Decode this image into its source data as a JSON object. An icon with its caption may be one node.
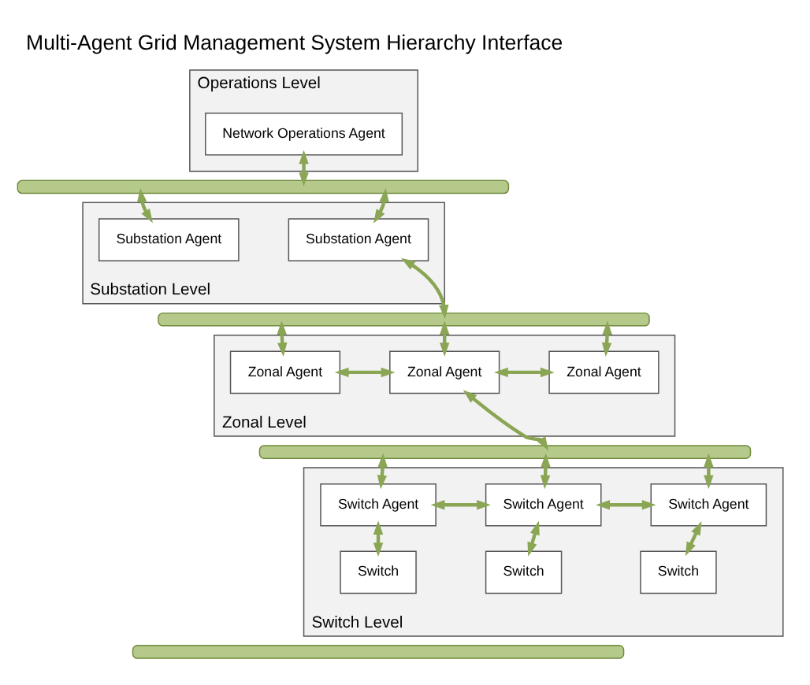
{
  "diagram": {
    "title": "Multi-Agent Grid Management System Hierarchy Interface",
    "nodes": [
      {
        "text": [
          "Operations Level"
        ]
      },
      {
        "text": [
          "Network Operations Agent"
        ],
        "in": 0
      },
      {
        "text": [
          "Substation Level"
        ]
      },
      {
        "text": [
          "Substation Agent"
        ],
        "in": 2
      },
      {
        "text": [
          "Substation Agent"
        ],
        "in": 2
      },
      {
        "text": [
          "Zonal Level"
        ]
      },
      {
        "text": [
          "Zonal Agent"
        ],
        "in": 5
      },
      {
        "text": [
          "Zonal Agent"
        ],
        "in": 5
      },
      {
        "text": [
          "Zonal Agent"
        ],
        "in": 5
      },
      {
        "text": [
          "Switch Level"
        ]
      },
      {
        "text": [
          "Switch Agent"
        ],
        "in": 9
      },
      {
        "text": [
          "Switch Agent"
        ],
        "in": 9
      },
      {
        "text": [
          "Switch Agent"
        ],
        "in": 9
      },
      {
        "text": [
          "Switch"
        ],
        "in": 9
      },
      {
        "text": [
          "Switch"
        ],
        "in": 9
      },
      {
        "text": [
          "Switch"
        ],
        "in": 9
      },
      {
        "text": [],
        "shape": "bar"
      },
      {
        "text": [],
        "shape": "bar"
      },
      {
        "text": [],
        "shape": "bar"
      },
      {
        "text": [],
        "shape": "bar"
      }
    ],
    "edges": [
      {
        "from": 1,
        "to": 16,
        "arrow": "both"
      },
      {
        "from": 16,
        "to": 3,
        "arrow": "both"
      },
      {
        "from": 16,
        "to": 4,
        "arrow": "both"
      },
      {
        "from": 4,
        "to": 17,
        "arrow": "both"
      },
      {
        "from": 17,
        "to": 6,
        "arrow": "both"
      },
      {
        "from": 17,
        "to": 7,
        "arrow": "both"
      },
      {
        "from": 17,
        "to": 8,
        "arrow": "both"
      },
      {
        "from": 6,
        "to": 7,
        "arrow": "both"
      },
      {
        "from": 7,
        "to": 8,
        "arrow": "both"
      },
      {
        "from": 7,
        "to": 18,
        "arrow": "both"
      },
      {
        "from": 18,
        "to": 10,
        "arrow": "both"
      },
      {
        "from": 18,
        "to": 11,
        "arrow": "both"
      },
      {
        "from": 18,
        "to": 12,
        "arrow": "both"
      },
      {
        "from": 10,
        "to": 11,
        "arrow": "both"
      },
      {
        "from": 11,
        "to": 12,
        "arrow": "both"
      },
      {
        "from": 10,
        "to": 13,
        "arrow": "both"
      },
      {
        "from": 11,
        "to": 14,
        "arrow": "both"
      },
      {
        "from": 12,
        "to": 15,
        "arrow": "both"
      }
    ]
  }
}
